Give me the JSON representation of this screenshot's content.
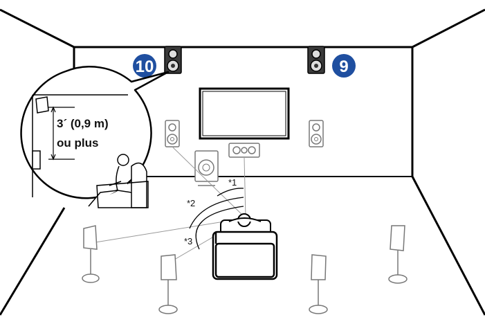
{
  "callout": {
    "distance_line1": "3´ (0,9 m)",
    "distance_line2": "ou plus"
  },
  "badges": {
    "left_top": "10",
    "right_top": "9"
  },
  "angles": {
    "a1": "*1",
    "a2": "*2",
    "a3": "*3"
  },
  "colors": {
    "badge_fill": "#1f4fa0",
    "line": "#000000",
    "light_line": "#9a9a9a"
  },
  "icons": {
    "speaker": "speaker-icon",
    "subwoofer": "subwoofer-icon",
    "tv": "tv-icon",
    "listener": "listener-icon"
  }
}
